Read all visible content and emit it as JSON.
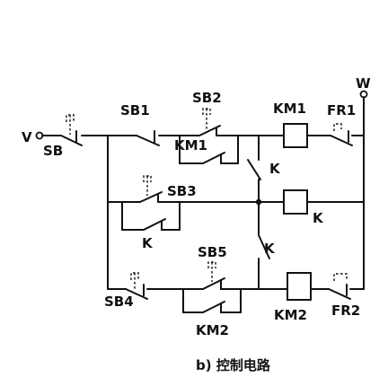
{
  "labels": {
    "supply_v": "V",
    "supply_w": "W",
    "sb": "SB",
    "sb1": "SB1",
    "sb2": "SB2",
    "km1_coil": "KM1",
    "fr1": "FR1",
    "km1_contact": "KM1",
    "k_contact_top": "K",
    "sb3": "SB3",
    "k_coil": "K",
    "k_contact_mid": "K",
    "k_contact_bottom": "K",
    "sb5": "SB5",
    "sb4": "SB4",
    "km2_contact": "KM2",
    "km2_coil": "KM2",
    "fr2": "FR2"
  },
  "caption": "b) 控制电路"
}
